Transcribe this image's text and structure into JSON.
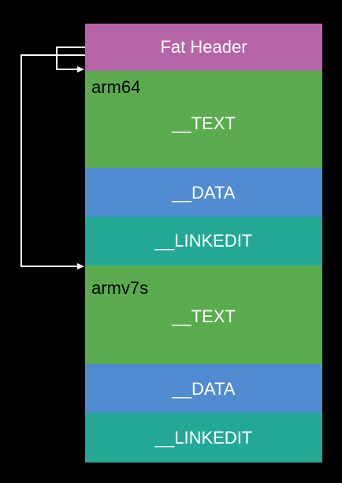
{
  "fat_header": {
    "label": "Fat Header",
    "color": "#b565a7"
  },
  "slices": [
    {
      "arch": "arm64",
      "text": "__TEXT",
      "data": "__DATA",
      "linkedit": "__LINKEDIT"
    },
    {
      "arch": "armv7s",
      "text": "__TEXT",
      "data": "__DATA",
      "linkedit": "__LINKEDIT"
    }
  ],
  "colors": {
    "text": "#5aab4e",
    "data": "#518bd1",
    "linkedit": "#24a896",
    "arrow": "#ffffff"
  }
}
